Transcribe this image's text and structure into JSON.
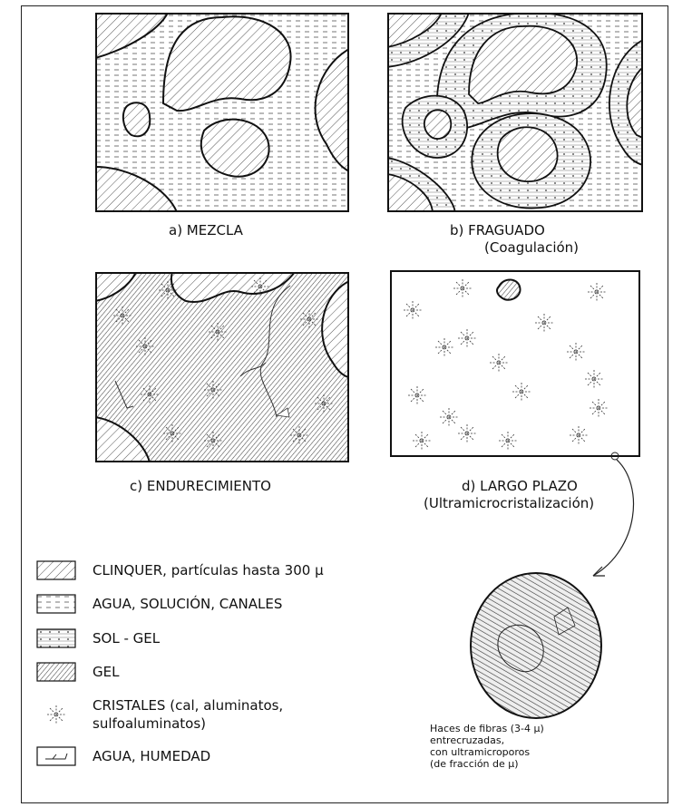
{
  "panels": {
    "a": {
      "caption": "a) MEZCLA"
    },
    "b": {
      "caption": "b)  FRAGUADO",
      "subcaption": "(Coagulación)"
    },
    "c": {
      "caption": "c) ENDURECIMIENTO"
    },
    "d": {
      "caption": "d) LARGO PLAZO",
      "subcaption": "(Ultramicrocristalización)"
    }
  },
  "legend": [
    {
      "icon": "clinker-pattern-icon",
      "label": "CLINQUER, partículas hasta 300 μ"
    },
    {
      "icon": "water-pattern-icon",
      "label": "AGUA, SOLUCIÓN, CANALES"
    },
    {
      "icon": "sol-gel-pattern-icon",
      "label": "SOL - GEL"
    },
    {
      "icon": "gel-pattern-icon",
      "label": "GEL"
    },
    {
      "icon": "crystal-star-icon",
      "label": "CRISTALES (cal, aluminatos,",
      "label2": "sulfoaluminatos)"
    },
    {
      "icon": "moisture-icon",
      "label": "AGUA, HUMEDAD"
    }
  ],
  "zoom": {
    "line1": "Haces de fibras (3-4 μ)",
    "line2": "entrecruzadas,",
    "line3": "con ultramicroporos",
    "line4": "(de fracción de μ)"
  }
}
